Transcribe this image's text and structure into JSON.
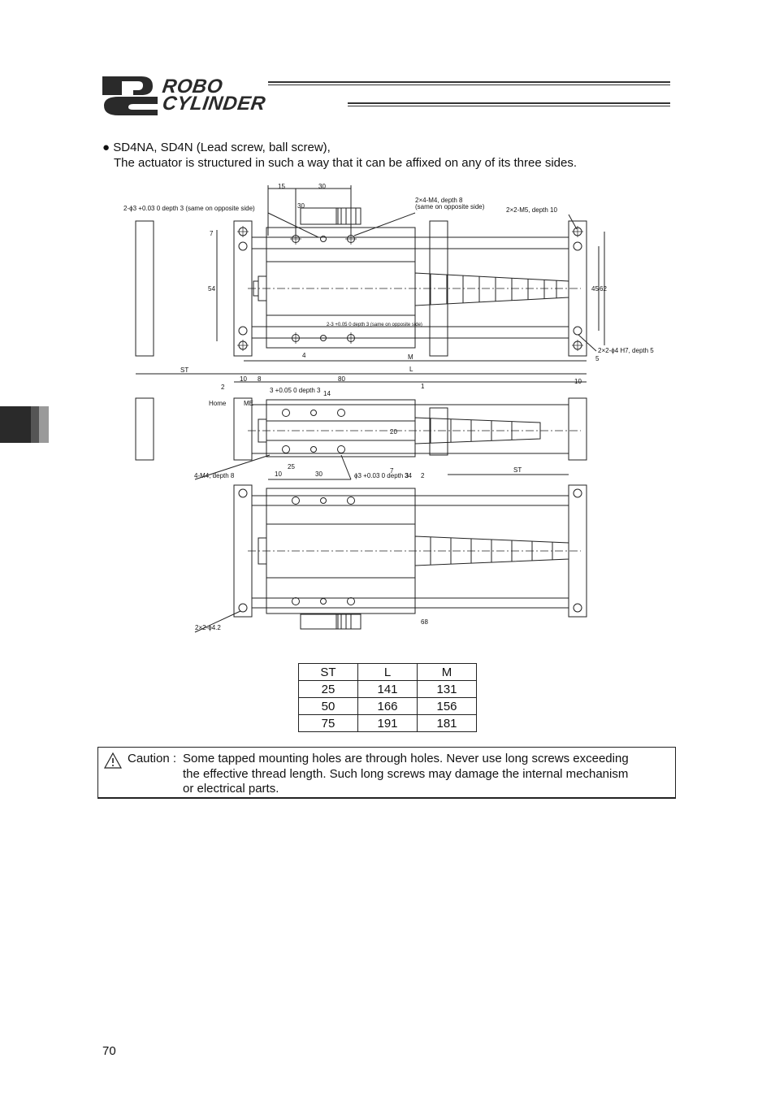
{
  "header": {
    "logo_word_1": "ROBO",
    "logo_word_2": "CYLINDER"
  },
  "intro": {
    "line1": "● SD4NA, SD4N (Lead screw, ball screw),",
    "line2": "The actuator is structured in such a way that it can be affixed on any of its three sides."
  },
  "drawing": {
    "labels": {
      "pin_hole_top": "2-ϕ3 +0.03 0 depth 3 (same on opposite side)",
      "tapped_top": "2×4-M4, depth 8",
      "tapped_top_note": "(same on opposite side)",
      "m5": "2×2-M5, depth 10",
      "pin_hole_mid": "2-3 +0.05 0 depth 3 (same on opposite side)",
      "h7": "2×2-ϕ4 H7, depth 5",
      "home": "Home",
      "me": "ME",
      "depth3": "3 +0.05 0 depth 3",
      "m4": "4-M4, depth 8",
      "phi3": "ϕ3 +0.03 0 depth 3",
      "phi42": "2×2-ϕ4.2",
      "st": "ST",
      "l": "L",
      "m": "M"
    },
    "dims": {
      "d15": "15",
      "d30a": "30",
      "d30b": "30",
      "d7": "7",
      "d54": "54",
      "d4": "4",
      "d45": "45",
      "d62": "62",
      "d5": "5",
      "d2": "2",
      "d10a": "10",
      "d8": "8",
      "d80": "80",
      "d10b": "10",
      "d1": "1",
      "d14": "14",
      "d20": "20",
      "d10c": "10",
      "d25": "25",
      "d30c": "30",
      "d7b": "7",
      "d34": "34",
      "d2b": "2",
      "d68": "68"
    }
  },
  "table": {
    "headers": [
      "ST",
      "L",
      "M"
    ],
    "rows": [
      [
        "25",
        "141",
        "131"
      ],
      [
        "50",
        "166",
        "156"
      ],
      [
        "75",
        "191",
        "181"
      ]
    ]
  },
  "caution": {
    "icon": "warning-triangle-icon",
    "label": "Caution :",
    "line1": "Some tapped mounting holes are through holes. Never use long screws exceeding",
    "line2": "the effective thread length. Such long screws may damage the internal mechanism",
    "line3": "or electrical parts."
  },
  "footer": {
    "page_number": "70"
  }
}
